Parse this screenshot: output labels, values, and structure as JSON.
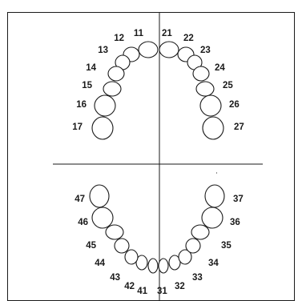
{
  "upper_right": [
    "11",
    "12",
    "13",
    "14",
    "15",
    "16",
    "17"
  ],
  "upper_left": [
    "21",
    "22",
    "23",
    "24",
    "25",
    "26",
    "27"
  ],
  "lower_left": [
    "31",
    "32",
    "33",
    "34",
    "35",
    "36",
    "37"
  ],
  "lower_right": [
    "41",
    "42",
    "43",
    "44",
    "45",
    "46",
    "47"
  ]
}
